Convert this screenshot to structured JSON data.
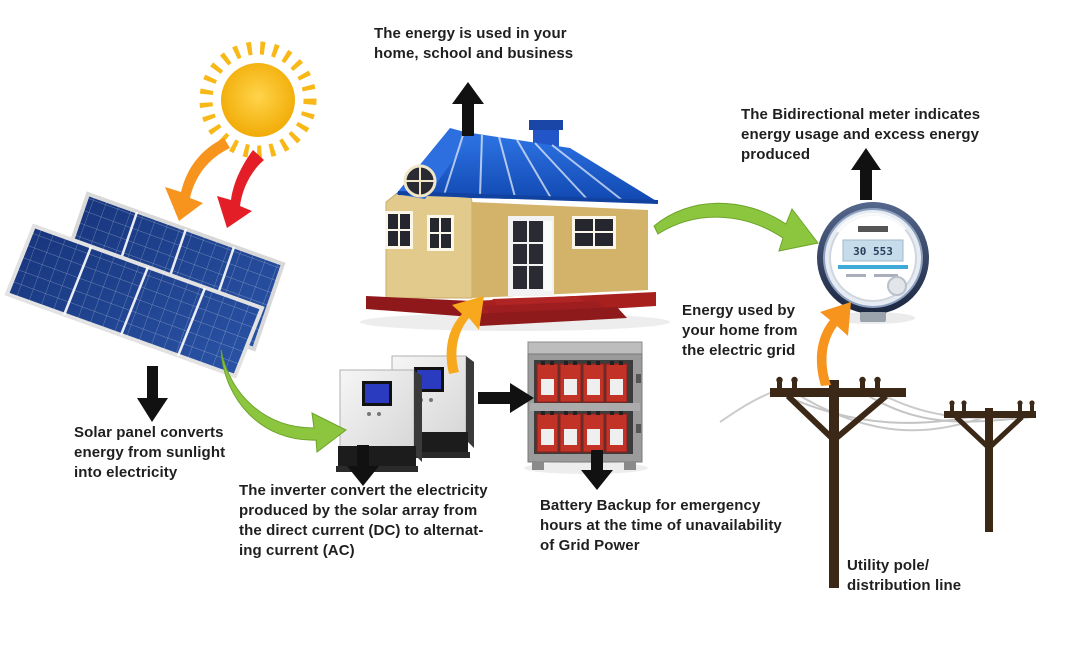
{
  "title": "Grid-tied solar power system diagram",
  "labels": {
    "house_usage": "The energy is used in your\nhome, school and business",
    "bidirectional_meter": "The Bidirectional meter indicates\nenergy usage and excess energy\nproduced",
    "solar_panel": "Solar panel converts\nenergy from sunlight\ninto electricity",
    "inverter": "The inverter convert the electricity\nproduced by the solar array from\nthe direct current (DC) to alternat-\ning current (AC)",
    "battery": "Battery Backup for emergency\nhours at the time of unavailability\nof Grid Power",
    "grid_energy": "Energy used by\nyour home from\nthe electric grid",
    "utility_pole": "Utility pole/\ndistribution line"
  },
  "meter": {
    "reading": "30 553"
  },
  "icons": [
    "sun-icon",
    "solar-panel-icon",
    "house-icon",
    "inverter-icon",
    "battery-bank-icon",
    "bidirectional-meter-icon",
    "utility-pole-icon"
  ],
  "colors": {
    "sun": "#F8B818",
    "arrow_orange": "#F7941D",
    "arrow_red": "#E41E26",
    "arrow_green": "#8CC63E",
    "arrow_black": "#111111",
    "panel_blue": "#1C3F8F",
    "roof_blue": "#1E62D6",
    "wall_tan": "#D9BC7C",
    "base_red": "#A8201E",
    "battery_red": "#C33227",
    "pole_brown": "#3B2817",
    "wire_gray": "#C4C4C4",
    "text": "#1F1F1F"
  }
}
